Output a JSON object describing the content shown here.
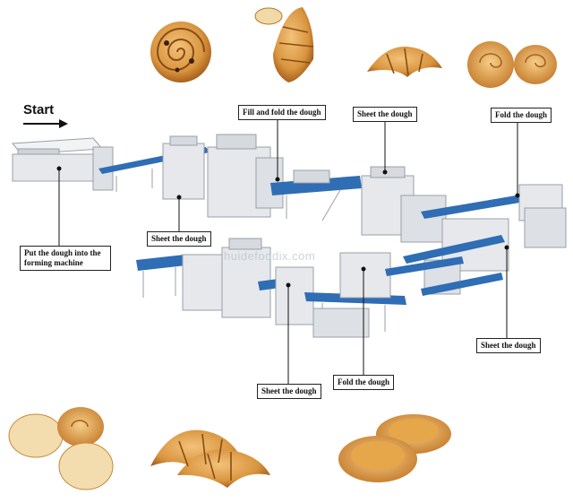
{
  "start_label": "Start",
  "watermark": "huidefoodix.com",
  "steps": {
    "put_dough": "Put the dough into the forming machine",
    "fill_fold": "Fill and fold the dough",
    "sheet_top": "Sheet the dough",
    "fold_top": "Fold the dough",
    "sheet_mid": "Sheet the dough",
    "sheet_bottom": "Sheet the dough",
    "fold_bottom": "Fold the dough",
    "sheet_right": "Sheet the dough"
  },
  "colors": {
    "machine": "#e6e8ec",
    "machine_edge": "#9aa0a8",
    "conveyor": "#2f6db5",
    "pastry": "#d9953f",
    "pastry_dark": "#a9611d"
  },
  "icons": [
    "start-arrow-icon",
    "pastry-icon"
  ]
}
